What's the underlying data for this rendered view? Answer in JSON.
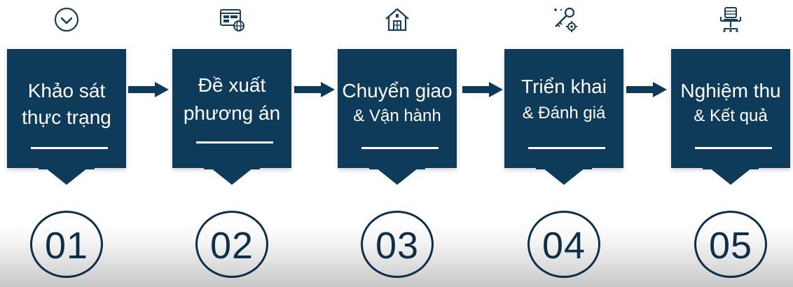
{
  "colors": {
    "card": "#0e3b5a",
    "number": "#0f2f48",
    "text_on_card": "#ffffff",
    "background": "#ffffff"
  },
  "steps": [
    {
      "number": "01",
      "line1": "Khảo sát",
      "line2": "thực trạng",
      "icon": "check-circle-icon"
    },
    {
      "number": "02",
      "line1": "Đề xuất",
      "line2": "phương án",
      "icon": "browser-globe-icon"
    },
    {
      "number": "03",
      "line1": "Chuyển giao",
      "line2": "& Vận hành",
      "icon": "house-icon"
    },
    {
      "number": "04",
      "line1": "Triển khai",
      "line2": "& Đánh giá",
      "icon": "key-gear-icon"
    },
    {
      "number": "05",
      "line1": "Nghiệm thu",
      "line2": "& Kết quả",
      "icon": "office-chair-icon"
    }
  ]
}
